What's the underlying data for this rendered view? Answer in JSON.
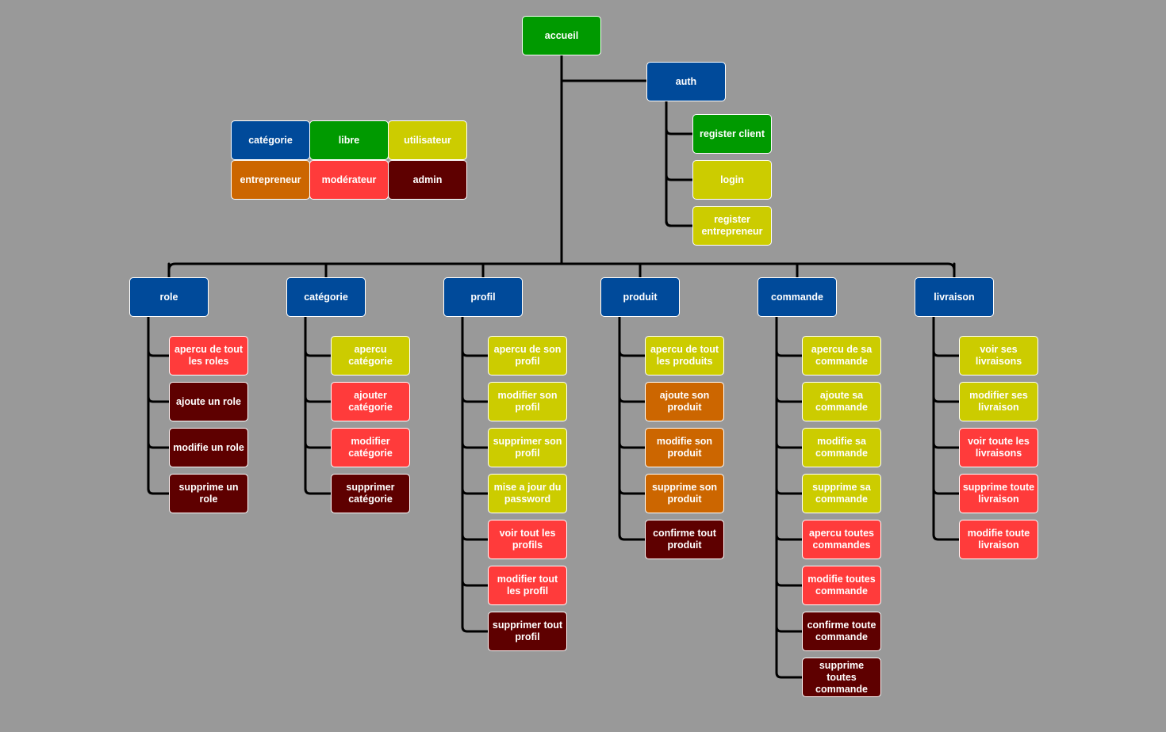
{
  "colors": {
    "categorie": "#004A9A",
    "libre": "#009A00",
    "utilisateur": "#CCCC00",
    "entrepreneur": "#CC6600",
    "moderateur": "#FF3B3B",
    "admin": "#5E0000",
    "connector": "#000000",
    "background": "#999999"
  },
  "legend": [
    {
      "id": "lg-categorie",
      "label": "catégorie",
      "role": "categorie"
    },
    {
      "id": "lg-libre",
      "label": "libre",
      "role": "libre"
    },
    {
      "id": "lg-utilisateur",
      "label": "utilisateur",
      "role": "utilisateur"
    },
    {
      "id": "lg-entrepreneur",
      "label": "entrepreneur",
      "role": "entrepreneur"
    },
    {
      "id": "lg-moderateur",
      "label": "modérateur",
      "role": "moderateur"
    },
    {
      "id": "lg-admin",
      "label": "admin",
      "role": "admin"
    }
  ],
  "root": {
    "id": "accueil",
    "label": "accueil",
    "role": "libre"
  },
  "auth": {
    "id": "auth",
    "label": "auth",
    "role": "categorie",
    "children": [
      {
        "id": "register-client",
        "label": "register client",
        "role": "libre"
      },
      {
        "id": "login",
        "label": "login",
        "role": "utilisateur"
      },
      {
        "id": "register-entrepreneur",
        "label": "register entrepreneur",
        "role": "utilisateur"
      }
    ]
  },
  "categories": [
    {
      "id": "role",
      "label": "role",
      "role": "categorie",
      "children": [
        {
          "id": "role-1",
          "label": "apercu de tout les roles",
          "role": "moderateur"
        },
        {
          "id": "role-2",
          "label": "ajoute un role",
          "role": "admin"
        },
        {
          "id": "role-3",
          "label": "modifie un role",
          "role": "admin"
        },
        {
          "id": "role-4",
          "label": "supprime un role",
          "role": "admin"
        }
      ]
    },
    {
      "id": "categorie",
      "label": "catégorie",
      "role": "categorie",
      "children": [
        {
          "id": "cat-1",
          "label": "apercu catégorie",
          "role": "utilisateur"
        },
        {
          "id": "cat-2",
          "label": "ajouter catégorie",
          "role": "moderateur"
        },
        {
          "id": "cat-3",
          "label": "modifier catégorie",
          "role": "moderateur"
        },
        {
          "id": "cat-4",
          "label": "supprimer catégorie",
          "role": "admin"
        }
      ]
    },
    {
      "id": "profil",
      "label": "profil",
      "role": "categorie",
      "children": [
        {
          "id": "profil-1",
          "label": "apercu de son profil",
          "role": "utilisateur"
        },
        {
          "id": "profil-2",
          "label": "modifier son profil",
          "role": "utilisateur"
        },
        {
          "id": "profil-3",
          "label": "supprimer son profil",
          "role": "utilisateur"
        },
        {
          "id": "profil-4",
          "label": "mise a jour du password",
          "role": "utilisateur"
        },
        {
          "id": "profil-5",
          "label": "voir tout les profils",
          "role": "moderateur"
        },
        {
          "id": "profil-6",
          "label": "modifier tout les profil",
          "role": "moderateur"
        },
        {
          "id": "profil-7",
          "label": "supprimer tout profil",
          "role": "admin"
        }
      ]
    },
    {
      "id": "produit",
      "label": "produit",
      "role": "categorie",
      "children": [
        {
          "id": "produit-1",
          "label": "apercu de tout les produits",
          "role": "utilisateur"
        },
        {
          "id": "produit-2",
          "label": "ajoute son produit",
          "role": "entrepreneur"
        },
        {
          "id": "produit-3",
          "label": "modifie son produit",
          "role": "entrepreneur"
        },
        {
          "id": "produit-4",
          "label": "supprime son produit",
          "role": "entrepreneur"
        },
        {
          "id": "produit-5",
          "label": "confirme tout produit",
          "role": "admin"
        }
      ]
    },
    {
      "id": "commande",
      "label": "commande",
      "role": "categorie",
      "children": [
        {
          "id": "commande-1",
          "label": "apercu de sa commande",
          "role": "utilisateur"
        },
        {
          "id": "commande-2",
          "label": "ajoute sa commande",
          "role": "utilisateur"
        },
        {
          "id": "commande-3",
          "label": "modifie sa commande",
          "role": "utilisateur"
        },
        {
          "id": "commande-4",
          "label": "supprime sa commande",
          "role": "utilisateur"
        },
        {
          "id": "commande-5",
          "label": "apercu toutes commandes",
          "role": "moderateur"
        },
        {
          "id": "commande-6",
          "label": "modifie toutes commande",
          "role": "moderateur"
        },
        {
          "id": "commande-7",
          "label": "confirme toute commande",
          "role": "admin"
        },
        {
          "id": "commande-8",
          "label": "supprime toutes commande",
          "role": "admin"
        }
      ]
    },
    {
      "id": "livraison",
      "label": "livraison",
      "role": "categorie",
      "children": [
        {
          "id": "livraison-1",
          "label": "voir ses livraisons",
          "role": "utilisateur"
        },
        {
          "id": "livraison-2",
          "label": "modifier ses livraison",
          "role": "utilisateur"
        },
        {
          "id": "livraison-3",
          "label": "voir toute les livraisons",
          "role": "moderateur"
        },
        {
          "id": "livraison-4",
          "label": "supprime toute livraison",
          "role": "moderateur"
        },
        {
          "id": "livraison-5",
          "label": "modifie toute livraison",
          "role": "moderateur"
        }
      ]
    }
  ]
}
